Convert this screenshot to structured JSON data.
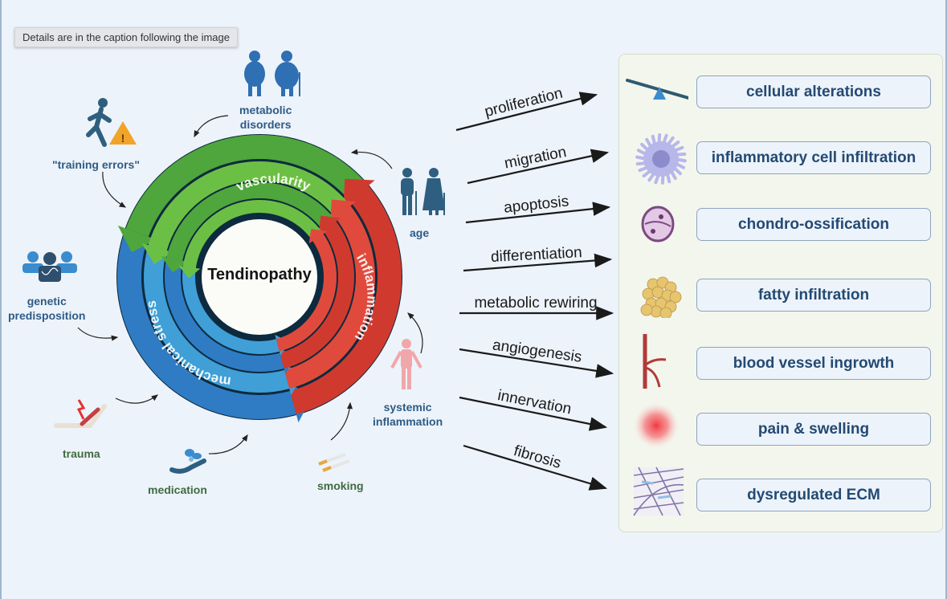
{
  "tooltip": "Details are in the caption following the image",
  "center": {
    "title": "Tendinopathy"
  },
  "cycle_labels": {
    "vascularity": "vascularity",
    "inflammation": "inflammation",
    "mechanical_stress": "mechanical stress"
  },
  "risk_factors": [
    {
      "id": "metabolic",
      "label_lines": [
        "metabolic",
        "disorders"
      ],
      "icon": "obese-couple-icon"
    },
    {
      "id": "training",
      "label_lines": [
        "\"training errors\""
      ],
      "icon": "runner-warning-icon"
    },
    {
      "id": "age",
      "label_lines": [
        "age"
      ],
      "icon": "elderly-couple-icon"
    },
    {
      "id": "genetic",
      "label_lines": [
        "genetic",
        "predisposition"
      ],
      "icon": "dna-group-icon"
    },
    {
      "id": "systemic",
      "label_lines": [
        "systemic",
        "inflammation"
      ],
      "icon": "inflamed-body-icon"
    },
    {
      "id": "trauma",
      "label_lines": [
        "trauma"
      ],
      "icon": "injured-leg-icon"
    },
    {
      "id": "medication",
      "label_lines": [
        "medication"
      ],
      "icon": "pills-hand-icon"
    },
    {
      "id": "smoking",
      "label_lines": [
        "smoking"
      ],
      "icon": "cigarettes-icon"
    }
  ],
  "processes": [
    "proliferation",
    "migration",
    "apoptosis",
    "differentiation",
    "metabolic rewiring",
    "angiogenesis",
    "innervation",
    "fibrosis"
  ],
  "outcomes": [
    {
      "label": "cellular alterations",
      "icon": "seesaw-icon"
    },
    {
      "label": "inflammatory cell infiltration",
      "icon": "immune-cell-icon"
    },
    {
      "label": "chondro-ossification",
      "icon": "chondrocyte-icon"
    },
    {
      "label": "fatty infiltration",
      "icon": "fat-cells-icon"
    },
    {
      "label": "blood vessel ingrowth",
      "icon": "blood-vessel-icon"
    },
    {
      "label": "pain & swelling",
      "icon": "pain-spot-icon"
    },
    {
      "label": "dysregulated ECM",
      "icon": "ecm-fibers-icon"
    }
  ],
  "colors": {
    "background": "#edf3fa",
    "label_blue": "#2e5b86",
    "label_green": "#3f6b40",
    "vascularity_green": "#4ea63c",
    "inflammation_red": "#d03a2e",
    "mechanical_blue": "#2f7cc4",
    "outcome_text": "#234a72"
  }
}
